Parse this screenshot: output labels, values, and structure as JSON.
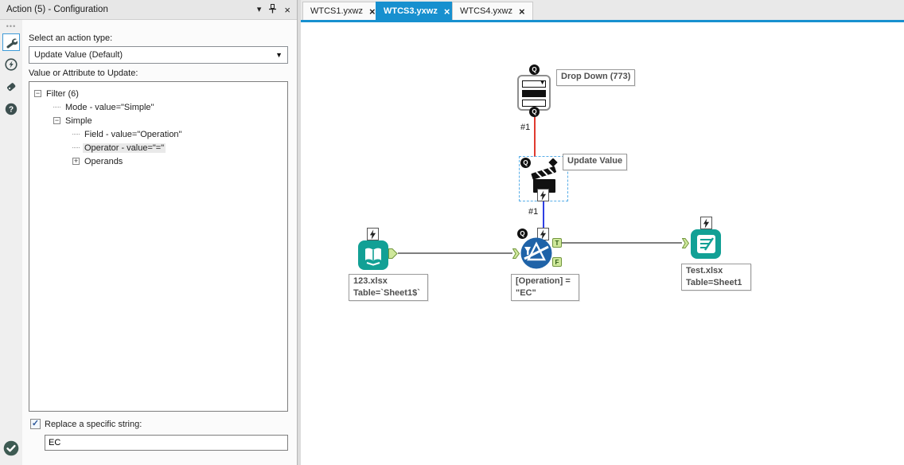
{
  "panel": {
    "title": "Action (5) - Configuration",
    "action_type_label": "Select an action type:",
    "action_type_value": "Update Value (Default)",
    "tree_label": "Value or Attribute to Update:",
    "tree": [
      {
        "label": "Filter (6)",
        "glyph": "−"
      },
      {
        "label": "Mode - value=\"Simple\"",
        "glyph": ""
      },
      {
        "label": "Simple",
        "glyph": "−"
      },
      {
        "label": "Field - value=\"Operation\"",
        "glyph": ""
      },
      {
        "label": "Operator - value=\"=\"",
        "glyph": ""
      },
      {
        "label": "Operands",
        "glyph": "+"
      }
    ],
    "replace_label": "Replace a specific string:",
    "replace_value": "EC",
    "replace_checked": "checked",
    "check_glyph": "✓"
  },
  "tabs": [
    {
      "label": "WTCS1.yxwz",
      "close": "×"
    },
    {
      "label": "WTCS3.yxwz",
      "close": "×"
    },
    {
      "label": "WTCS4.yxwz",
      "close": "×"
    }
  ],
  "canvas": {
    "dropdown_annotation": "Drop Down (773)",
    "action_annotation": "Update Value",
    "input_annotation": [
      "123.xlsx",
      "Table=`Sheet1$`"
    ],
    "filter_annotation": [
      "[Operation] =",
      "\"EC\""
    ],
    "output_annotation": [
      "Test.xlsx",
      "Table=Sheet1"
    ],
    "conn_red_label": "#1",
    "conn_blue_label": "#1",
    "anchor_q": "Q",
    "anchor_q2": "Q",
    "anchor_q3": "Q",
    "anchor_t": "T",
    "anchor_f": "F"
  },
  "colors": {
    "teal": "#12A095",
    "filter_blue": "#1F63A8",
    "tab_blue": "#1790CF",
    "red_connection": "#E03A30",
    "blue_connection": "#2F3FE3",
    "anchor_green_fill": "#CFE89B",
    "anchor_green_border": "#71953C"
  }
}
